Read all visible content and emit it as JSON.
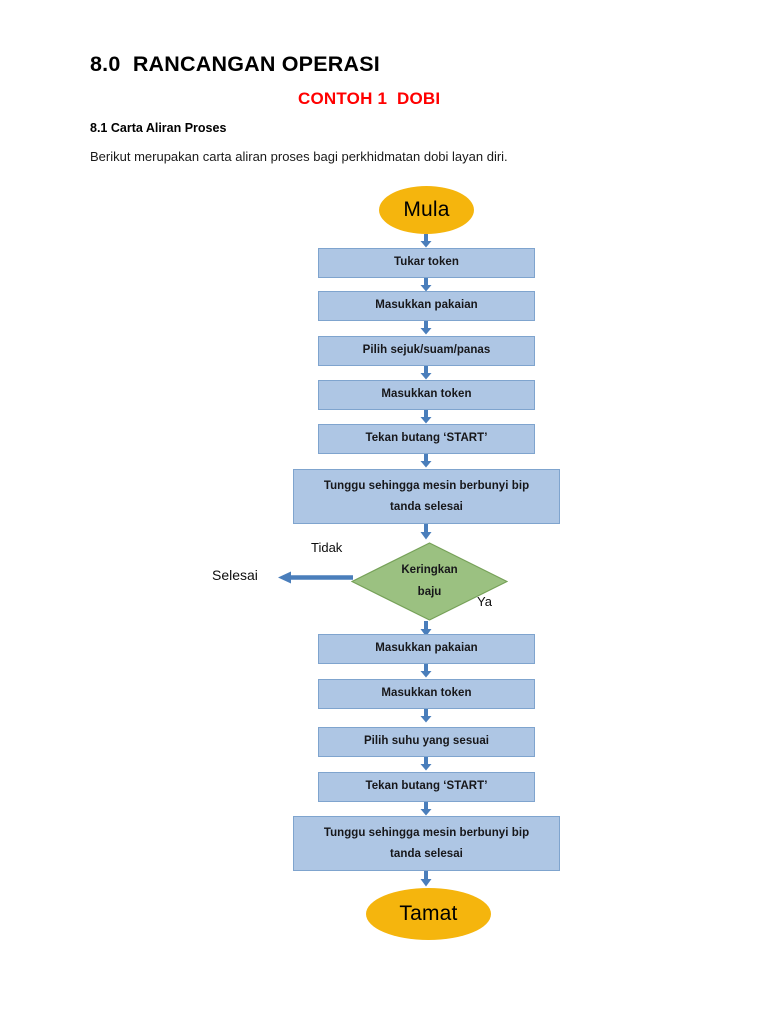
{
  "document": {
    "title_main": "8.0  RANCANGAN OPERASI",
    "title_sub": "CONTOH 1  DOBI",
    "section_heading": "8.1 Carta Aliran Proses",
    "body_text": "Berikut merupakan carta aliran proses bagi perkhidmatan dobi layan diri."
  },
  "colors": {
    "terminator_fill": "#F5B50D",
    "process_fill": "#AEC6E4",
    "process_border": "#7FA4CE",
    "decision_fill": "#9BC181",
    "decision_border": "#76A158",
    "arrow": "#4A7EBB",
    "heading_red": "#FF0000",
    "text": "#17171A"
  },
  "chart_data": {
    "type": "flowchart",
    "title": "Carta Aliran Proses - Perkhidmatan Dobi Layan Diri",
    "orientation": "top-to-bottom",
    "nodes": [
      {
        "id": "start",
        "shape": "ellipse",
        "label": "Mula"
      },
      {
        "id": "p1",
        "shape": "rectangle",
        "label": "Tukar token"
      },
      {
        "id": "p2",
        "shape": "rectangle",
        "label": "Masukkan pakaian"
      },
      {
        "id": "p3",
        "shape": "rectangle",
        "label": "Pilih sejuk/suam/panas"
      },
      {
        "id": "p4",
        "shape": "rectangle",
        "label": "Masukkan token"
      },
      {
        "id": "p5",
        "shape": "rectangle",
        "label": "Tekan butang ‘START’"
      },
      {
        "id": "p6",
        "shape": "rectangle",
        "label_line1": "Tunggu sehingga mesin berbunyi bip",
        "label_line2": "tanda selesai"
      },
      {
        "id": "d1",
        "shape": "diamond",
        "label_line1": "Keringkan",
        "label_line2": "baju"
      },
      {
        "id": "p7",
        "shape": "rectangle",
        "label": "Masukkan pakaian"
      },
      {
        "id": "p8",
        "shape": "rectangle",
        "label": "Masukkan token"
      },
      {
        "id": "p9",
        "shape": "rectangle",
        "label": "Pilih suhu yang sesuai"
      },
      {
        "id": "p10",
        "shape": "rectangle",
        "label": "Tekan butang ‘START’"
      },
      {
        "id": "p11",
        "shape": "rectangle",
        "label_line1": "Tunggu sehingga mesin berbunyi bip",
        "label_line2": "tanda selesai"
      },
      {
        "id": "end",
        "shape": "ellipse",
        "label": "Tamat"
      }
    ],
    "edges": [
      {
        "from": "start",
        "to": "p1",
        "label": ""
      },
      {
        "from": "p1",
        "to": "p2",
        "label": ""
      },
      {
        "from": "p2",
        "to": "p3",
        "label": ""
      },
      {
        "from": "p3",
        "to": "p4",
        "label": ""
      },
      {
        "from": "p4",
        "to": "p5",
        "label": ""
      },
      {
        "from": "p5",
        "to": "p6",
        "label": ""
      },
      {
        "from": "p6",
        "to": "d1",
        "label": ""
      },
      {
        "from": "d1",
        "to": "selesai",
        "label": "Tidak",
        "direction": "left"
      },
      {
        "from": "d1",
        "to": "p7",
        "label": "Ya",
        "direction": "down"
      },
      {
        "from": "p7",
        "to": "p8",
        "label": ""
      },
      {
        "from": "p8",
        "to": "p9",
        "label": ""
      },
      {
        "from": "p9",
        "to": "p10",
        "label": ""
      },
      {
        "from": "p10",
        "to": "p11",
        "label": ""
      },
      {
        "from": "p11",
        "to": "end",
        "label": ""
      }
    ],
    "branch_labels": {
      "no": "Tidak",
      "yes": "Ya",
      "exit": "Selesai"
    }
  }
}
